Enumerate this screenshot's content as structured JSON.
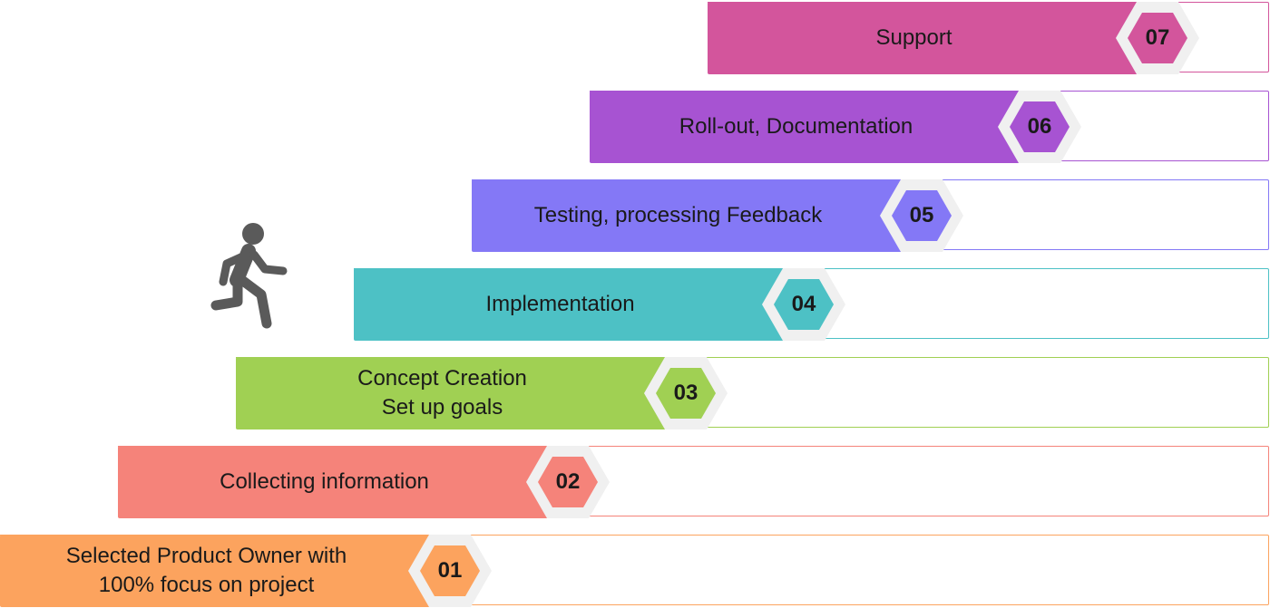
{
  "icons": {
    "runner": "running-person-icon"
  },
  "colors": {
    "runner": "#5a5a5a",
    "hex_ring": "#f0f0f0"
  },
  "steps": [
    {
      "number": "01",
      "label": "Selected Product Owner with\n100% focus on project",
      "color": "#fca35e"
    },
    {
      "number": "02",
      "label": "Collecting information",
      "color": "#f5837a"
    },
    {
      "number": "03",
      "label": "Concept Creation\nSet up goals",
      "color": "#a0d053"
    },
    {
      "number": "04",
      "label": "Implementation",
      "color": "#4dc1c5"
    },
    {
      "number": "05",
      "label": "Testing, processing Feedback",
      "color": "#8478f6"
    },
    {
      "number": "06",
      "label": "Roll-out, Documentation",
      "color": "#a753d2"
    },
    {
      "number": "07",
      "label": "Support",
      "color": "#d3559c"
    }
  ]
}
